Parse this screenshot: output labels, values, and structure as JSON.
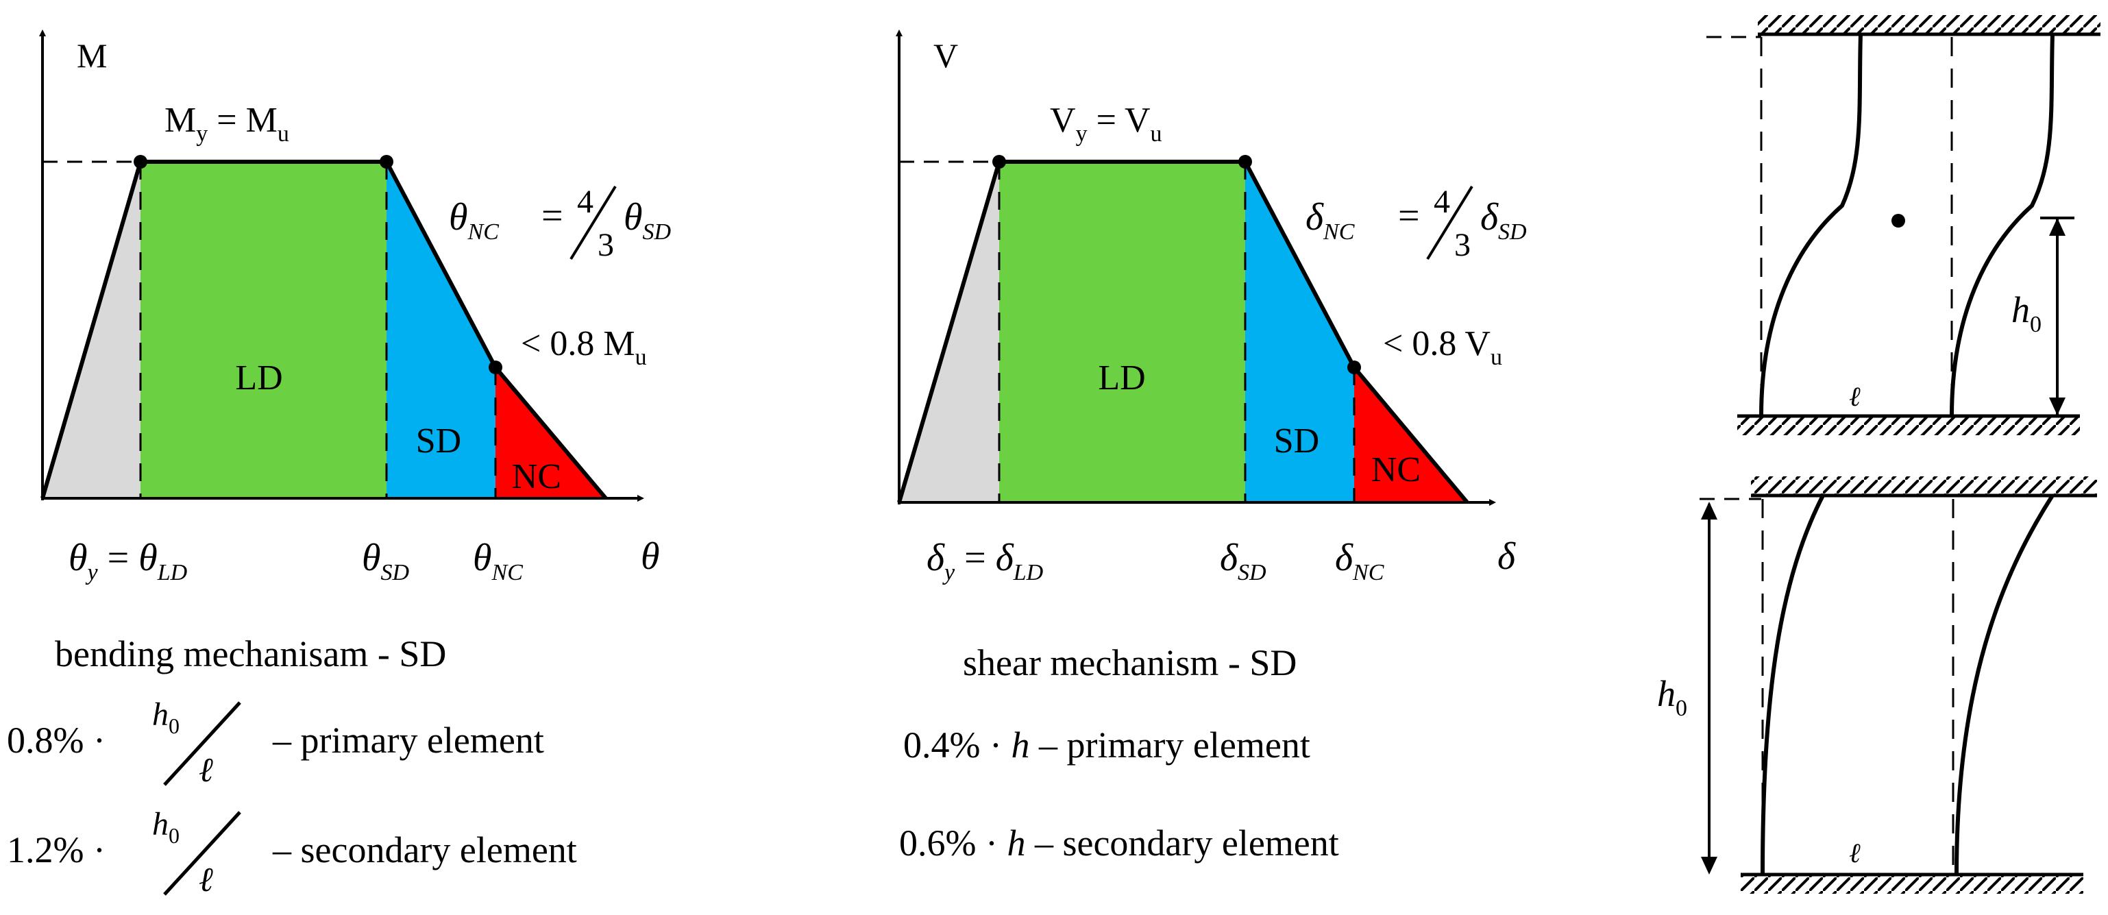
{
  "bending": {
    "axis_y": "M",
    "axis_x": "θ",
    "top_label_a": "M",
    "top_label_a_sub": "y",
    "top_label_eq": " = ",
    "top_label_b": "M",
    "top_label_b_sub": "u",
    "relation_lhs": "θ",
    "relation_lhs_sub": "NC",
    "relation_eq": "=",
    "relation_num": "4",
    "relation_den": "3",
    "relation_rhs": "θ",
    "relation_rhs_sub": "SD",
    "residual": "< 0.8 M",
    "residual_sub": "u",
    "tick1_a": "θ",
    "tick1_a_sub": "y",
    "tick1_eq": " = ",
    "tick1_b": "θ",
    "tick1_b_sub": "LD",
    "tick2": "θ",
    "tick2_sub": "SD",
    "tick3": "θ",
    "tick3_sub": "NC",
    "region_ld": "LD",
    "region_sd": "SD",
    "region_nc": "NC",
    "caption": "bending mechanisam - SD",
    "row1_pct": "0.8%",
    "row1_desc": "– primary element",
    "row2_pct": "1.2%",
    "row2_desc": "– secondary element",
    "frac_num": "h",
    "frac_num_sub": "0",
    "frac_den": "ℓ"
  },
  "shear": {
    "axis_y": "V",
    "axis_x": "δ",
    "top_label_a": "V",
    "top_label_a_sub": "y",
    "top_label_eq": " = ",
    "top_label_b": "V",
    "top_label_b_sub": "u",
    "relation_lhs": "δ",
    "relation_lhs_sub": "NC",
    "relation_eq": "=",
    "relation_num": "4",
    "relation_den": "3",
    "relation_rhs": "δ",
    "relation_rhs_sub": "SD",
    "residual": "< 0.8 V",
    "residual_sub": "u",
    "tick1_a": "δ",
    "tick1_a_sub": "y",
    "tick1_eq": " = ",
    "tick1_b": "δ",
    "tick1_b_sub": "LD",
    "tick2": "δ",
    "tick2_sub": "SD",
    "tick3": "δ",
    "tick3_sub": "NC",
    "region_ld": "LD",
    "region_sd": "SD",
    "region_nc": "NC",
    "caption": "shear mechanism - SD",
    "row1_pct": "0.4%",
    "row1_h": "h",
    "row1_desc": "– primary element",
    "row2_pct": "0.6%",
    "row2_h": "h",
    "row2_desc": "– secondary element"
  },
  "columns": {
    "top_h": "h",
    "top_h_sub": "0",
    "top_l": "ℓ",
    "bottom_h": "h",
    "bottom_h_sub": "0",
    "bottom_l": "ℓ"
  },
  "colors": {
    "elastic": "#d9d9d9",
    "ld": "#6cd043",
    "sd": "#00b0f0",
    "nc": "#ff0000"
  }
}
